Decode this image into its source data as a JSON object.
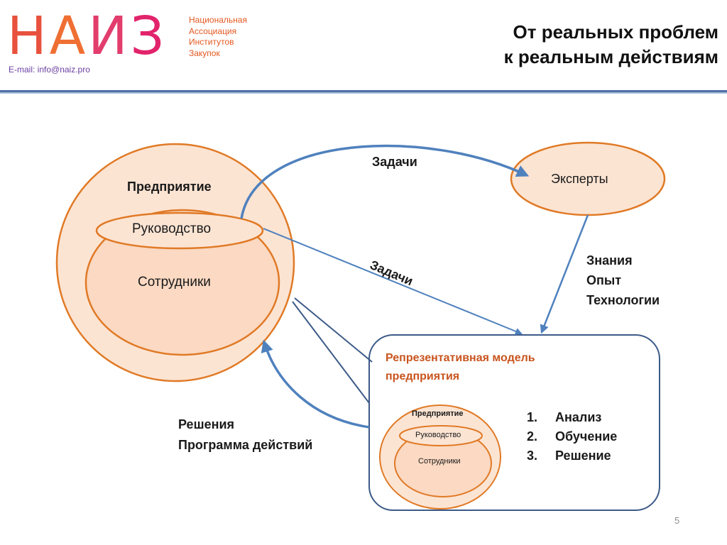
{
  "header": {
    "logo": {
      "letters": [
        "Н",
        "А",
        "И",
        "З"
      ],
      "subtitle_lines": [
        "Национальная",
        "Ассоциация",
        "Институтов",
        "Закупок"
      ],
      "email": "E-mail: info@naiz.pro"
    },
    "title_lines": [
      "От реальных проблем",
      "к реальным действиям"
    ]
  },
  "diagram": {
    "enterprise": {
      "label": "Предприятие",
      "management": "Руководство",
      "employees": "Сотрудники"
    },
    "experts": {
      "label": "Эксперты"
    },
    "arrow_tasks_upper": "Задачи",
    "arrow_tasks_lower": "Задачи",
    "knowledge": [
      "Знания",
      "Опыт",
      "Технологии"
    ],
    "decisions": [
      "Решения",
      "Программа действий"
    ],
    "model": {
      "title_lines": [
        "Репрезентативная модель",
        "предприятия"
      ],
      "enterprise": "Предприятие",
      "management": "Руководство",
      "employees": "Сотрудники",
      "steps": [
        {
          "num": "1.",
          "label": "Анализ"
        },
        {
          "num": "2.",
          "label": "Обучение"
        },
        {
          "num": "3.",
          "label": "Решение"
        }
      ]
    }
  },
  "page_number": "5",
  "colors": {
    "orange_stroke": "#e07a26",
    "orange_fill": "#fce4d3",
    "orange_fill_inner": "#fbd9c2",
    "blue_arrow": "#4f81bd",
    "dark_blue_line": "#3c5a87",
    "model_title": "#c8541e"
  }
}
